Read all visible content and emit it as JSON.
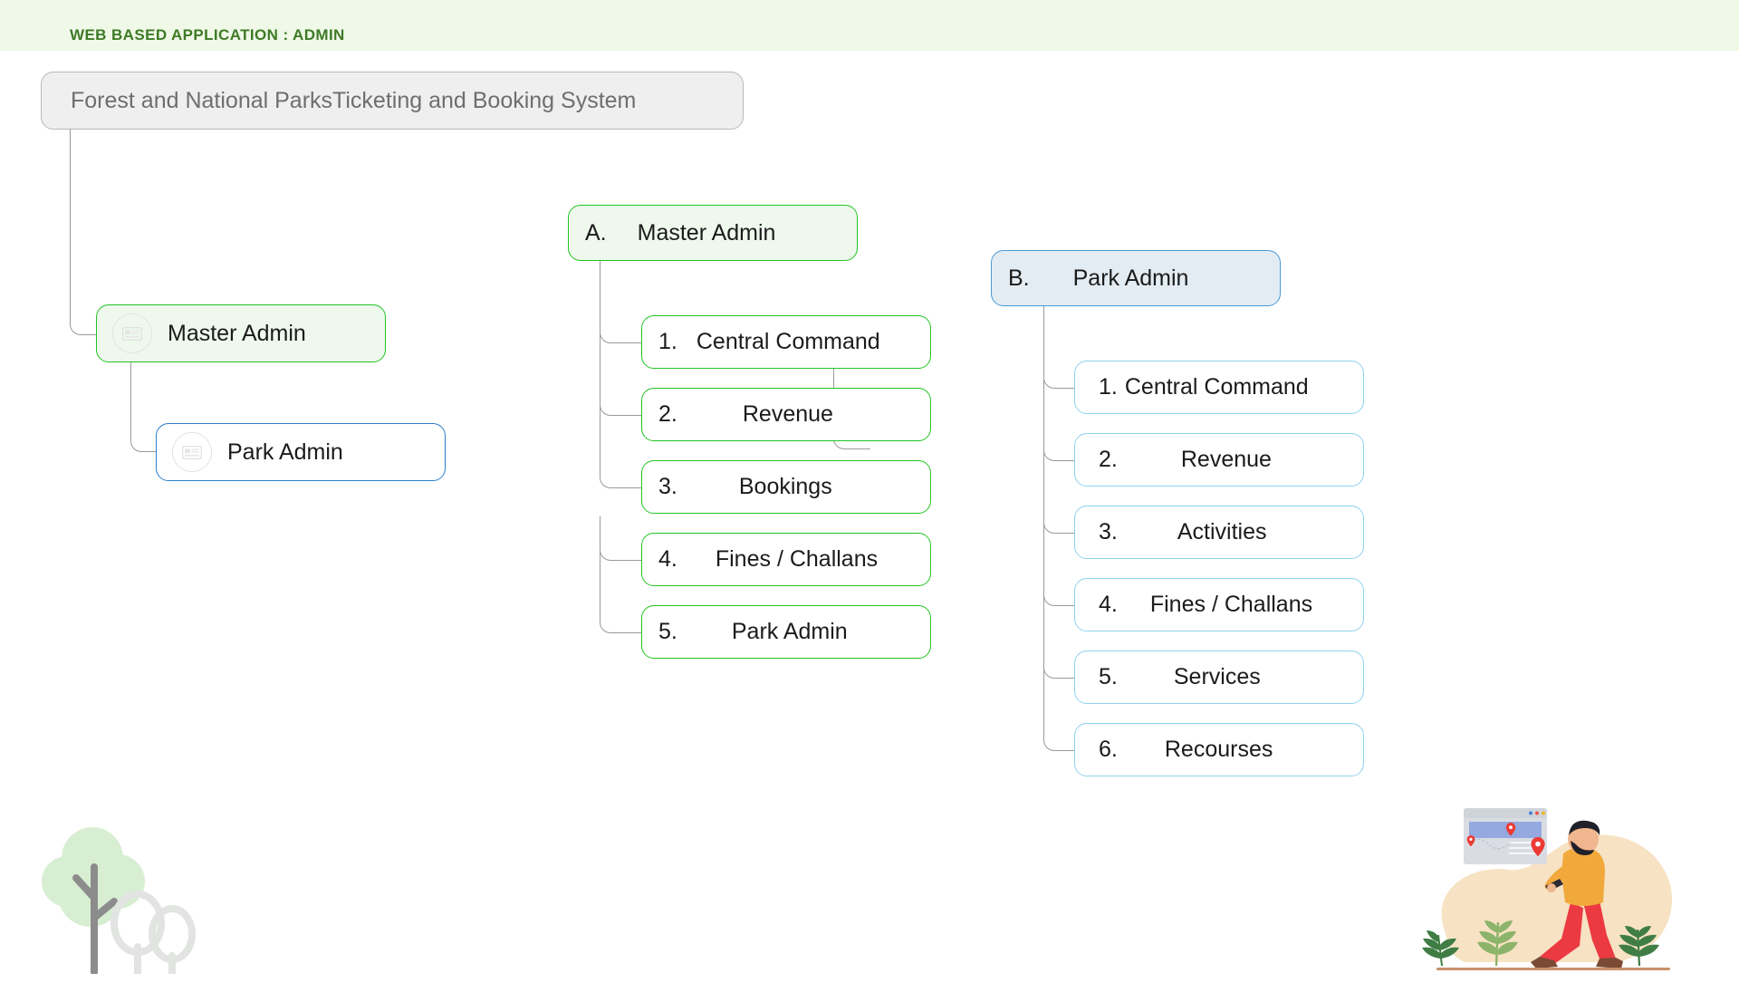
{
  "header": {
    "title": "WEB BASED APPLICATION : ADMIN"
  },
  "root": {
    "title": "Forest and National ParksTicketing and Booking System"
  },
  "left_tree": {
    "nodes": [
      {
        "label": "Master Admin",
        "icon": "id-card-icon",
        "accent": "#22c522"
      },
      {
        "label": "Park Admin",
        "icon": "id-card-icon",
        "accent": "#2a7fc9"
      }
    ]
  },
  "columns": [
    {
      "key": "A.",
      "title": "Master Admin",
      "accent": "#22c522",
      "items": [
        {
          "num": "1.",
          "label": "Central Command"
        },
        {
          "num": "2.",
          "label": "Revenue"
        },
        {
          "num": "3.",
          "label": "Bookings"
        },
        {
          "num": "4.",
          "label": "Fines / Challans"
        },
        {
          "num": "5.",
          "label": "Park Admin"
        }
      ]
    },
    {
      "key": "B.",
      "title": "Park Admin",
      "accent": "#4a9ad6",
      "items": [
        {
          "num": "1.",
          "label": "Central Command"
        },
        {
          "num": "2.",
          "label": "Revenue"
        },
        {
          "num": "3.",
          "label": "Activities"
        },
        {
          "num": "4.",
          "label": "Fines / Challans"
        },
        {
          "num": "5.",
          "label": "Services"
        },
        {
          "num": "6.",
          "label": "Recourses"
        }
      ]
    }
  ],
  "decorations": [
    {
      "name": "tree-watermark-icon"
    },
    {
      "name": "person-with-map-illustration"
    }
  ],
  "colors": {
    "header_band": "#f0f8e8",
    "header_text": "#3d7a25",
    "green_accent": "#22c522",
    "blue_accent": "#2a7fc9",
    "light_blue_accent": "#8ed2ee",
    "root_fill": "#efefef"
  }
}
